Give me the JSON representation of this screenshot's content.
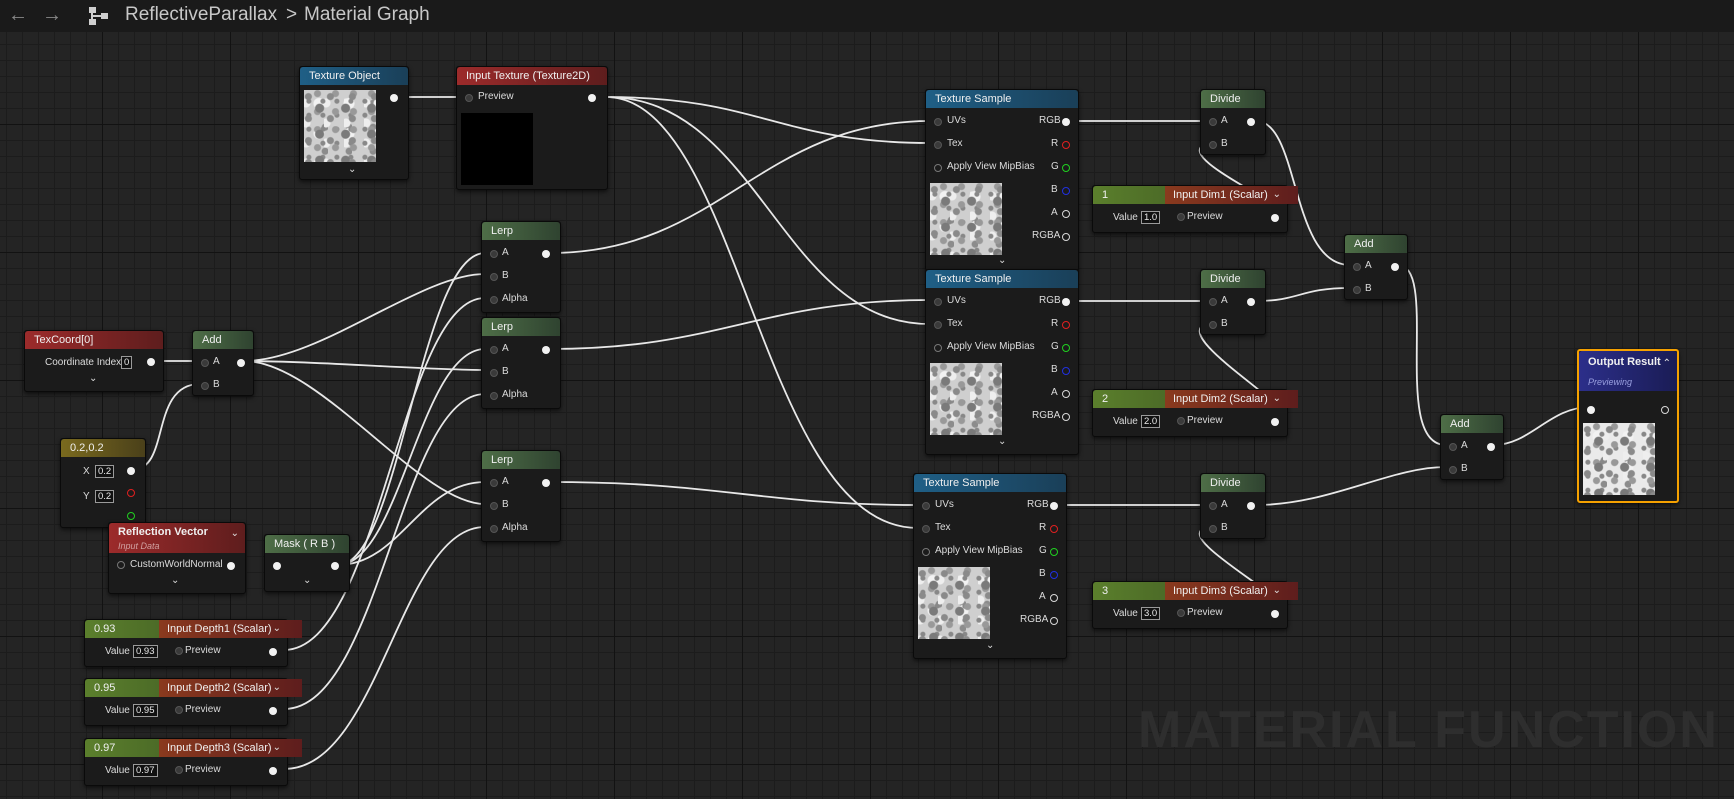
{
  "toolbar": {
    "back_icon": "arrow-left-icon",
    "forward_icon": "arrow-right-icon",
    "graph_icon": "graph-hierarchy-icon",
    "breadcrumb_root": "ReflectiveParallax",
    "breadcrumb_sep": ">",
    "breadcrumb_leaf": "Material Graph"
  },
  "nodes": {
    "texture_object": {
      "title": "Texture Object"
    },
    "input_texture": {
      "title": "Input Texture (Texture2D)",
      "preview": "Preview"
    },
    "texcoord": {
      "title": "TexCoord[0]",
      "coordinate_index_label": "Coordinate Index",
      "coordinate_index_value": "0"
    },
    "add1": {
      "title": "Add",
      "a": "A",
      "b": "B"
    },
    "const2": {
      "title": "0.2,0.2",
      "x_label": "X",
      "x_value": "0.2",
      "y_label": "Y",
      "y_value": "0.2"
    },
    "reflection": {
      "title": "Reflection Vector",
      "subtitle": "Input Data",
      "pin": "CustomWorldNormal"
    },
    "mask": {
      "title": "Mask ( R B )"
    },
    "lerp1": {
      "title": "Lerp",
      "a": "A",
      "b": "B",
      "alpha": "Alpha"
    },
    "lerp2": {
      "title": "Lerp",
      "a": "A",
      "b": "B",
      "alpha": "Alpha"
    },
    "lerp3": {
      "title": "Lerp",
      "a": "A",
      "b": "B",
      "alpha": "Alpha"
    },
    "depth1": {
      "title_value": "0.93",
      "title": "Input Depth1 (Scalar)",
      "value_label": "Value",
      "value": "0.93",
      "preview": "Preview"
    },
    "depth2": {
      "title_value": "0.95",
      "title": "Input Depth2 (Scalar)",
      "value_label": "Value",
      "value": "0.95",
      "preview": "Preview"
    },
    "depth3": {
      "title_value": "0.97",
      "title": "Input Depth3 (Scalar)",
      "value_label": "Value",
      "value": "0.97",
      "preview": "Preview"
    },
    "ts1": {
      "title": "Texture Sample",
      "uvs": "UVs",
      "tex": "Tex",
      "mip": "Apply View MipBias",
      "rgb": "RGB",
      "r": "R",
      "g": "G",
      "b": "B",
      "a": "A",
      "rgba": "RGBA"
    },
    "ts2": {
      "title": "Texture Sample",
      "uvs": "UVs",
      "tex": "Tex",
      "mip": "Apply View MipBias",
      "rgb": "RGB",
      "r": "R",
      "g": "G",
      "b": "B",
      "a": "A",
      "rgba": "RGBA"
    },
    "ts3": {
      "title": "Texture Sample",
      "uvs": "UVs",
      "tex": "Tex",
      "mip": "Apply View MipBias",
      "rgb": "RGB",
      "r": "R",
      "g": "G",
      "b": "B",
      "a": "A",
      "rgba": "RGBA"
    },
    "div1": {
      "title": "Divide",
      "a": "A",
      "b": "B"
    },
    "div2": {
      "title": "Divide",
      "a": "A",
      "b": "B"
    },
    "div3": {
      "title": "Divide",
      "a": "A",
      "b": "B"
    },
    "dim1": {
      "title_value": "1",
      "title": "Input Dim1 (Scalar)",
      "value_label": "Value",
      "value": "1.0",
      "preview": "Preview"
    },
    "dim2": {
      "title_value": "2",
      "title": "Input Dim2 (Scalar)",
      "value_label": "Value",
      "value": "2.0",
      "preview": "Preview"
    },
    "dim3": {
      "title_value": "3",
      "title": "Input Dim3 (Scalar)",
      "value_label": "Value",
      "value": "3.0",
      "preview": "Preview"
    },
    "add2": {
      "title": "Add",
      "a": "A",
      "b": "B"
    },
    "add3": {
      "title": "Add",
      "a": "A",
      "b": "B"
    },
    "output": {
      "title": "Output Result",
      "subtitle": "Previewing"
    }
  },
  "watermark": "MATERIAL FUNCTION",
  "colors": {
    "selection": "#f5a100",
    "wire": "#e8e8e8",
    "grid_major": "#121212",
    "background": "#242424"
  }
}
